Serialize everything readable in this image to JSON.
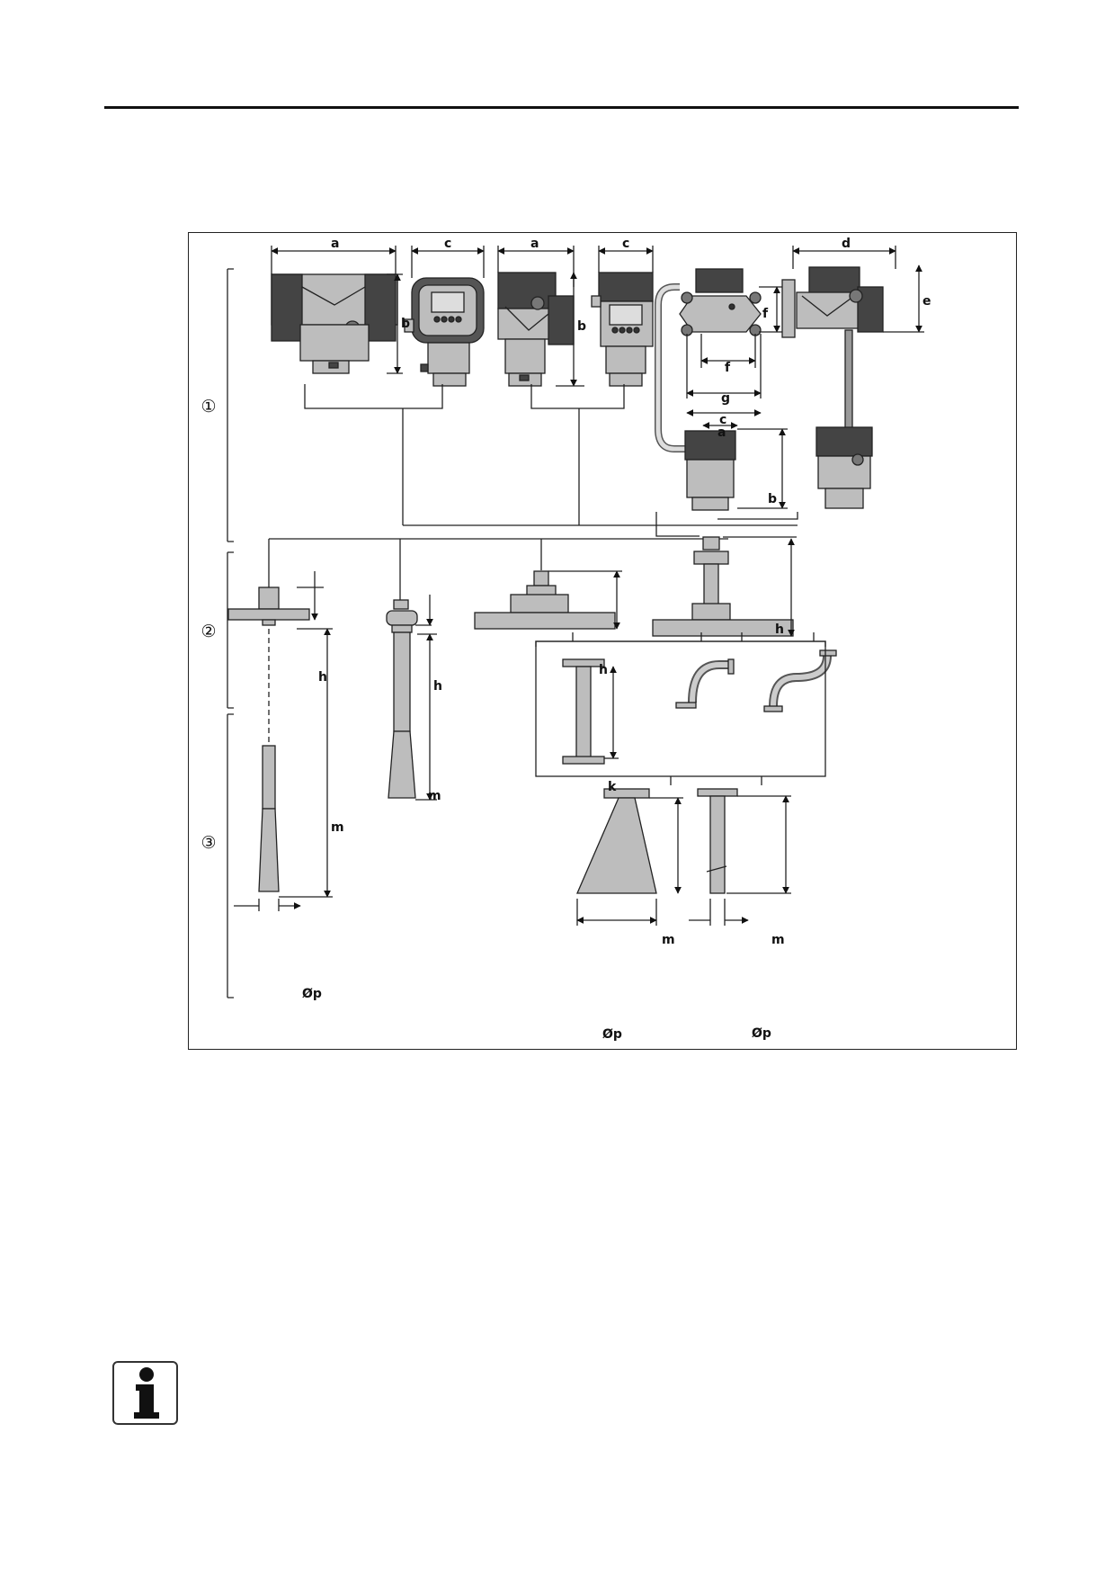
{
  "figure": {
    "group_markers": [
      "①",
      "②",
      "③"
    ],
    "dimension_labels": {
      "a": "a",
      "b": "b",
      "c": "c",
      "d": "d",
      "e": "e",
      "f": "f",
      "g": "g",
      "h": "h",
      "k": "k",
      "m": "m",
      "p": "Øp"
    }
  },
  "icons": {
    "info": "info-icon"
  },
  "colors": {
    "line": "#222222",
    "fill_gray": "#bdbdbd",
    "fill_dark": "#444444"
  }
}
